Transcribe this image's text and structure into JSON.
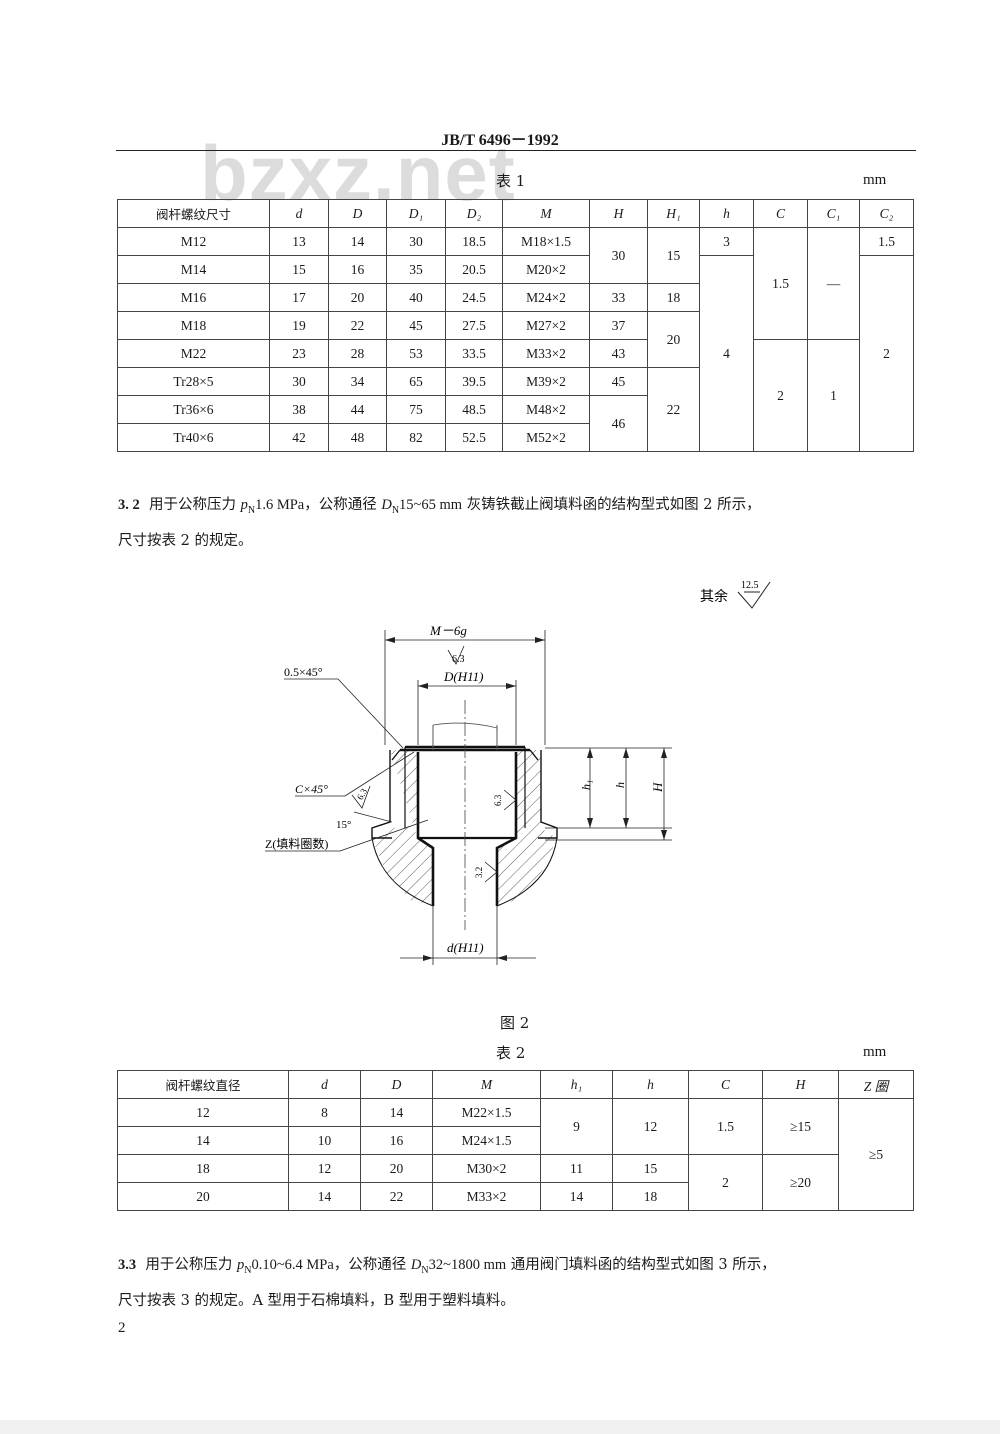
{
  "header": {
    "code": "JB/T  6496－1992",
    "watermark": "bzxz.net"
  },
  "table1": {
    "caption": "表  1",
    "unit": "mm",
    "col_first": "阀杆螺纹尺寸",
    "cols": [
      "d",
      "D",
      "D₁",
      "D₂",
      "M",
      "H",
      "H₁",
      "h",
      "C",
      "C₁",
      "C₂"
    ],
    "rows": [
      [
        "M12",
        "13",
        "14",
        "30",
        "18.5",
        "M18×1.5"
      ],
      [
        "M14",
        "15",
        "16",
        "35",
        "20.5",
        "M20×2"
      ],
      [
        "M16",
        "17",
        "20",
        "40",
        "24.5",
        "M24×2"
      ],
      [
        "M18",
        "19",
        "22",
        "45",
        "27.5",
        "M27×2"
      ],
      [
        "M22",
        "23",
        "28",
        "53",
        "33.5",
        "M33×2"
      ],
      [
        "Tr28×5",
        "30",
        "34",
        "65",
        "39.5",
        "M39×2"
      ],
      [
        "Tr36×6",
        "38",
        "44",
        "75",
        "48.5",
        "M48×2"
      ],
      [
        "Tr40×6",
        "42",
        "48",
        "82",
        "52.5",
        "M52×2"
      ]
    ],
    "H": [
      "30",
      "33",
      "37",
      "43",
      "45",
      "46"
    ],
    "H1": [
      "15",
      "18",
      "20",
      "22"
    ],
    "h": [
      "3",
      "4"
    ],
    "C": [
      "1.5",
      "2"
    ],
    "C1": [
      "—",
      "1"
    ],
    "C2": [
      "1.5",
      "2"
    ]
  },
  "para32": {
    "num": "3. 2",
    "t1": "用于公称压力",
    "p": "p",
    "N": "N",
    "v1": "1.6 MPa",
    "t2": "，公称通径",
    "Dl": "D",
    "v2": "15~65 mm",
    "t3": "灰铸铁截止阀填料函的结构型式如图 2 所示，",
    "line2": "尺寸按表 2 的规定。"
  },
  "figure2": {
    "rest_label": "其余",
    "rest_value": "12.5",
    "M_label": "M－6g",
    "rough_63": "6.3",
    "D_label": "D(H11)",
    "chamfer_label": "0.5×45°",
    "C_label": "C×45°",
    "angle_label": "15°",
    "Z_label": "Z(填料圈数)",
    "rough_32": "3.2",
    "d_label": "d(H11)",
    "h1_label": "h₁",
    "h_label": "h",
    "H_label": "H",
    "caption": "图 2"
  },
  "table2": {
    "caption": "表  2",
    "unit": "mm",
    "col_first": "阀杆螺纹直径",
    "cols": [
      "d",
      "D",
      "M",
      "h₁",
      "h",
      "C",
      "H",
      "Z 圈"
    ],
    "rows": [
      [
        "12",
        "8",
        "14",
        "M22×1.5"
      ],
      [
        "14",
        "10",
        "16",
        "M24×1.5"
      ],
      [
        "18",
        "12",
        "20",
        "M30×2"
      ],
      [
        "20",
        "14",
        "22",
        "M33×2"
      ]
    ],
    "h1": [
      "9",
      "11",
      "14"
    ],
    "h": [
      "12",
      "15",
      "18"
    ],
    "C": [
      "1.5",
      "2"
    ],
    "H": [
      "≥15",
      "≥20"
    ],
    "Z": "≥5"
  },
  "para33": {
    "num": "3.3",
    "t1": "用于公称压力",
    "p": "p",
    "N": "N",
    "v1": "0.10~6.4 MPa",
    "t2": "，公称通径",
    "Dl": "D",
    "v2": "32~1800 mm",
    "t3": "通用阀门填料函的结构型式如图 3 所示，",
    "line2": "尺寸按表 3 的规定。A 型用于石棉填料，B 型用于塑料填料。"
  },
  "page_number": "2"
}
